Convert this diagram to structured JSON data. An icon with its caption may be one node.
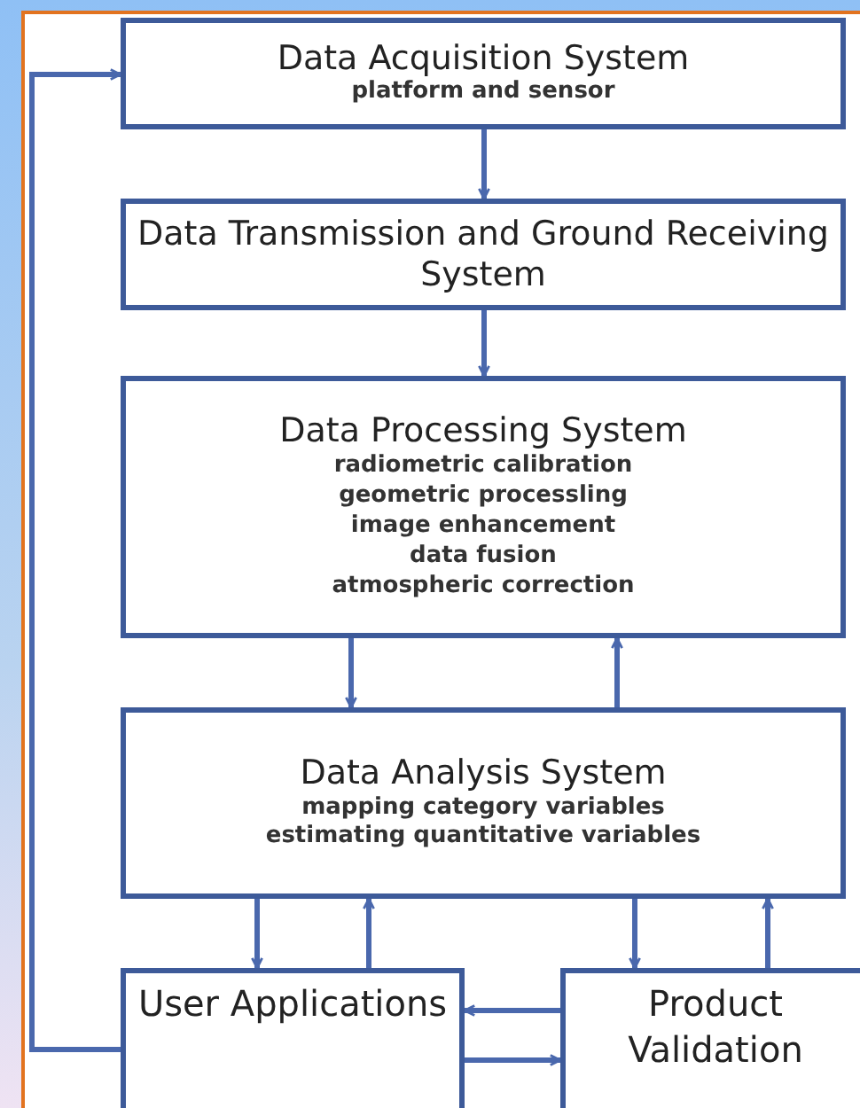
{
  "diagram": {
    "nodes": [
      {
        "text": [
          "Data Acquisition System",
          "platform and sensor"
        ]
      },
      {
        "text": [
          "Data Transmission and Ground Receiving System"
        ]
      },
      {
        "text": [
          "Data Processing System",
          "radiometric calibration",
          "geometric processling",
          "image enhancement",
          "data fusion",
          "atmospheric correction"
        ]
      },
      {
        "text": [
          "Data Analysis System",
          "mapping category variables",
          "estimating quantitative variables"
        ]
      },
      {
        "text": [
          "User Applications"
        ]
      },
      {
        "text": [
          "Product Validation"
        ]
      }
    ],
    "edges": [
      {
        "from": 0,
        "to": 1,
        "arrow": "to"
      },
      {
        "from": 1,
        "to": 2,
        "arrow": "to"
      },
      {
        "from": 2,
        "to": 3,
        "arrow": "to"
      },
      {
        "from": 3,
        "to": 2,
        "arrow": "to"
      },
      {
        "from": 3,
        "to": 4,
        "arrow": "to"
      },
      {
        "from": 4,
        "to": 3,
        "arrow": "to"
      },
      {
        "from": 3,
        "to": 5,
        "arrow": "to"
      },
      {
        "from": 5,
        "to": 3,
        "arrow": "to"
      },
      {
        "from": 5,
        "to": 4,
        "arrow": "to"
      },
      {
        "from": 4,
        "to": 5,
        "arrow": "to"
      },
      {
        "from": 4,
        "to": 0,
        "arrow": "to"
      }
    ]
  }
}
